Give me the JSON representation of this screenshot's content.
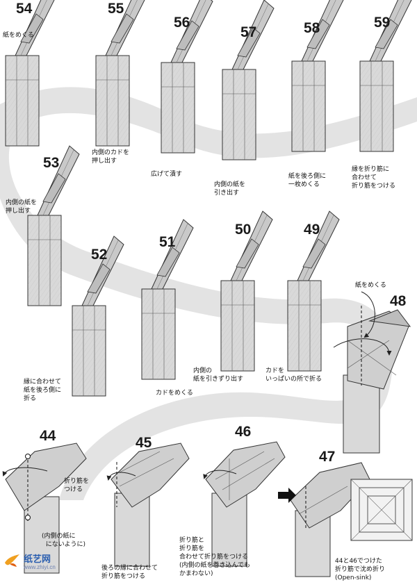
{
  "steps": {
    "s54": {
      "num": "54",
      "caption": "紙をめくる"
    },
    "s55": {
      "num": "55",
      "caption": "内側のカドを\n押し出す"
    },
    "s56": {
      "num": "56",
      "caption": "広げて潰す"
    },
    "s57": {
      "num": "57",
      "caption": "内側の紙を\n引き出す"
    },
    "s58": {
      "num": "58",
      "caption": "紙を後ろ側に\n一枚めくる"
    },
    "s59": {
      "num": "59",
      "caption": "縁を折り筋に\n合わせて\n折り筋をつける"
    },
    "s53": {
      "num": "53",
      "caption": "内側の紙を\n押し出す"
    },
    "s52": {
      "num": "52",
      "caption": "縁に合わせて\n紙を後ろ側に\n折る"
    },
    "s51": {
      "num": "51",
      "caption": "カドをめくる"
    },
    "s50": {
      "num": "50",
      "caption": "内側の\n紙を引きずり出す"
    },
    "s49": {
      "num": "49",
      "caption": "カドを\nいっぱいの所で折る"
    },
    "s48": {
      "num": "48",
      "caption": "紙をめくる"
    },
    "s44": {
      "num": "44",
      "caption_a": "折り筋を\nつける",
      "caption_b": "(内側の紙に\n  にないように)"
    },
    "s45": {
      "num": "45",
      "caption": "後ろの縁に合わせて\n折り筋をつける"
    },
    "s46": {
      "num": "46",
      "caption": "折り筋と\n折り筋を\n合わせて折り筋をつける\n(内側の紙を巻き込んでも\nかまわない)"
    },
    "s47": {
      "num": "47",
      "caption": "44と46でつけた\n折り筋で沈め折り\n(Open-sink)"
    }
  },
  "watermark": {
    "text": "纸艺网",
    "url": "www.zhiyi.cn"
  }
}
